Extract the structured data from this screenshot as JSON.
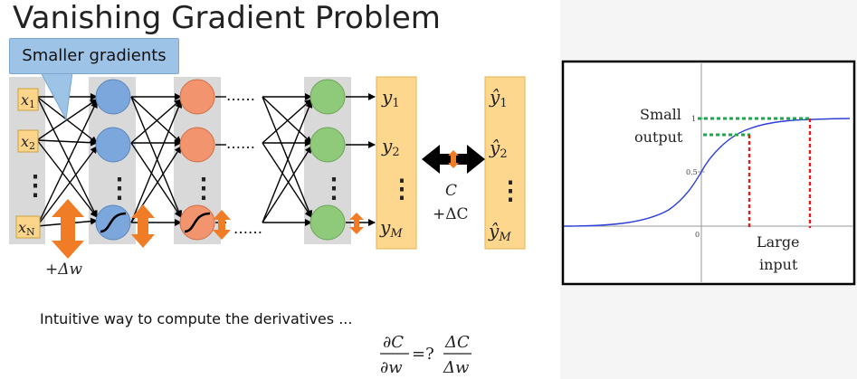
{
  "slide": {
    "title": "Vanishing Gradient Problem",
    "callout": "Smaller gradients",
    "footnote": "Intuitive way to compute the derivatives ...",
    "delta_w_label": "+Δw",
    "inputs": {
      "x1": "x",
      "x1_sub": "1",
      "x2": "x",
      "x2_sub": "2",
      "xN": "x",
      "xN_sub": "N",
      "ellipsis": "⋮"
    },
    "dots": "……",
    "outputs": {
      "y1": "y",
      "y1_sub": "1",
      "y2": "y",
      "y2_sub": "2",
      "yM": "y",
      "yM_sub": "M",
      "yhat1": "ŷ",
      "yhat1_sub": "1",
      "yhat2": "ŷ",
      "yhat2_sub": "2",
      "yhatM": "ŷ",
      "yhatM_sub": "M"
    },
    "cost_label": "C",
    "delta_c_label": "+ΔC",
    "formula": {
      "lhs_num": "∂C",
      "lhs_den": "∂w",
      "relation": "=?",
      "rhs_num": "ΔC",
      "rhs_den": "Δw"
    },
    "sigmoid_plot": {
      "small_output_line1": "Small",
      "small_output_line2": "output",
      "large_input_line1": "Large",
      "large_input_line2": "input",
      "tick_1": "1",
      "tick_05": "0.5",
      "tick_0": "0"
    }
  },
  "colors": {
    "input_box": "#fcd58b",
    "hidden1": "#7ba7dd",
    "hidden2": "#f2956e",
    "hidden3": "#8fc97a",
    "arrow": "#f07c26",
    "output_box": "#fdd78e",
    "sigmoid_curve": "#2b3fd9",
    "green_dash": "#1ea64a",
    "red_dash": "#e51b1b"
  }
}
